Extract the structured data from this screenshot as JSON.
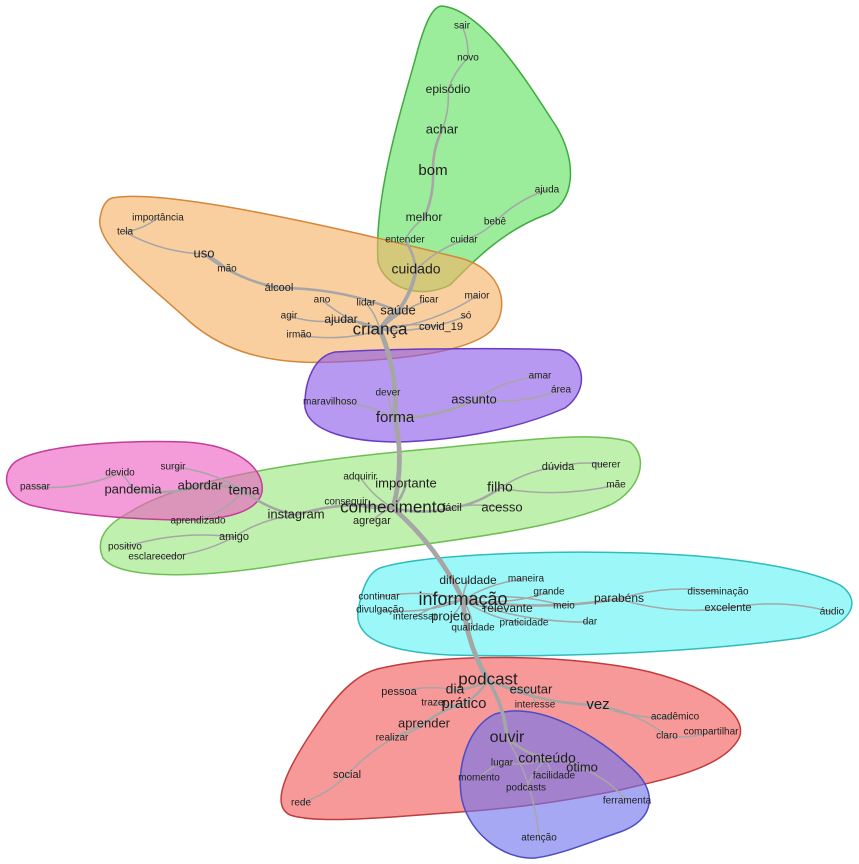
{
  "clusters": [
    {
      "id": "green-top",
      "fill": "#5ee05e",
      "stroke": "#3faa3f"
    },
    {
      "id": "orange",
      "fill": "#f7b266",
      "stroke": "#d4873a"
    },
    {
      "id": "purple",
      "fill": "#8c5ae8",
      "stroke": "#6a3cc2"
    },
    {
      "id": "lime",
      "fill": "#9ae67a",
      "stroke": "#6cbf52"
    },
    {
      "id": "pink",
      "fill": "#ee5dc2",
      "stroke": "#c23e9a"
    },
    {
      "id": "cyan",
      "fill": "#5ff3f3",
      "stroke": "#2fbcbc"
    },
    {
      "id": "red",
      "fill": "#f25a5a",
      "stroke": "#c23c3c"
    },
    {
      "id": "blue",
      "fill": "#6f72ee",
      "stroke": "#4a4dc2"
    }
  ],
  "words": [
    {
      "id": "sair",
      "text": "sair"
    },
    {
      "id": "novo",
      "text": "novo"
    },
    {
      "id": "episodio",
      "text": "episódio"
    },
    {
      "id": "achar",
      "text": "achar"
    },
    {
      "id": "bom",
      "text": "bom"
    },
    {
      "id": "ajuda",
      "text": "ajuda"
    },
    {
      "id": "melhor",
      "text": "melhor"
    },
    {
      "id": "bebe",
      "text": "bebê"
    },
    {
      "id": "entender",
      "text": "entender"
    },
    {
      "id": "cuidar",
      "text": "cuidar"
    },
    {
      "id": "cuidado",
      "text": "cuidado"
    },
    {
      "id": "importancia",
      "text": "importância"
    },
    {
      "id": "tela",
      "text": "tela"
    },
    {
      "id": "uso",
      "text": "uso"
    },
    {
      "id": "mao",
      "text": "mão"
    },
    {
      "id": "alcool",
      "text": "álcool"
    },
    {
      "id": "ano",
      "text": "ano"
    },
    {
      "id": "lidar",
      "text": "lidar"
    },
    {
      "id": "ficar",
      "text": "ficar"
    },
    {
      "id": "maior",
      "text": "maior"
    },
    {
      "id": "saude",
      "text": "saúde"
    },
    {
      "id": "agir",
      "text": "agir"
    },
    {
      "id": "ajudar",
      "text": "ajudar"
    },
    {
      "id": "so",
      "text": "só"
    },
    {
      "id": "irmao",
      "text": "irmão"
    },
    {
      "id": "crianca",
      "text": "criança"
    },
    {
      "id": "covid",
      "text": "covid_19"
    },
    {
      "id": "amar",
      "text": "amar"
    },
    {
      "id": "dever",
      "text": "dever"
    },
    {
      "id": "area",
      "text": "área"
    },
    {
      "id": "maravilhoso",
      "text": "maravilhoso"
    },
    {
      "id": "assunto",
      "text": "assunto"
    },
    {
      "id": "forma",
      "text": "forma"
    },
    {
      "id": "duvida",
      "text": "dúvida"
    },
    {
      "id": "querer",
      "text": "querer"
    },
    {
      "id": "devido",
      "text": "devido"
    },
    {
      "id": "surgir",
      "text": "surgir"
    },
    {
      "id": "adquirir",
      "text": "adquirir"
    },
    {
      "id": "importante",
      "text": "importante"
    },
    {
      "id": "passar",
      "text": "passar"
    },
    {
      "id": "pandemia",
      "text": "pandemia"
    },
    {
      "id": "abordar",
      "text": "abordar"
    },
    {
      "id": "tema",
      "text": "tema"
    },
    {
      "id": "filho",
      "text": "filho"
    },
    {
      "id": "mae",
      "text": "mãe"
    },
    {
      "id": "conseguir",
      "text": "conseguir"
    },
    {
      "id": "instagram",
      "text": "instagram"
    },
    {
      "id": "conhecimento",
      "text": "conhecimento"
    },
    {
      "id": "facil",
      "text": "fácil"
    },
    {
      "id": "acesso",
      "text": "acesso"
    },
    {
      "id": "aprendizado",
      "text": "aprendizado"
    },
    {
      "id": "agregar",
      "text": "agregar"
    },
    {
      "id": "amigo",
      "text": "amigo"
    },
    {
      "id": "positivo",
      "text": "positivo"
    },
    {
      "id": "esclarecedor",
      "text": "esclarecedor"
    },
    {
      "id": "dificuldade",
      "text": "dificuldade"
    },
    {
      "id": "maneira",
      "text": "maneira"
    },
    {
      "id": "continuar",
      "text": "continuar"
    },
    {
      "id": "grande",
      "text": "grande"
    },
    {
      "id": "disseminacao",
      "text": "disseminação"
    },
    {
      "id": "informacao",
      "text": "informação"
    },
    {
      "id": "parabens",
      "text": "parabéns"
    },
    {
      "id": "divulgacao",
      "text": "divulgação"
    },
    {
      "id": "relevante",
      "text": "relevante"
    },
    {
      "id": "meio",
      "text": "meio"
    },
    {
      "id": "excelente",
      "text": "excelente"
    },
    {
      "id": "interessar",
      "text": "interessar"
    },
    {
      "id": "projeto",
      "text": "projeto"
    },
    {
      "id": "praticidade",
      "text": "praticidade"
    },
    {
      "id": "dar",
      "text": "dar"
    },
    {
      "id": "audio",
      "text": "áudio"
    },
    {
      "id": "qualidade",
      "text": "qualidade"
    },
    {
      "id": "podcast",
      "text": "podcast"
    },
    {
      "id": "pessoa",
      "text": "pessoa"
    },
    {
      "id": "dia",
      "text": "dia"
    },
    {
      "id": "escutar",
      "text": "escutar"
    },
    {
      "id": "trazer",
      "text": "trazer"
    },
    {
      "id": "pratico",
      "text": "prático"
    },
    {
      "id": "interesse",
      "text": "interesse"
    },
    {
      "id": "vez",
      "text": "vez"
    },
    {
      "id": "academico",
      "text": "acadêmico"
    },
    {
      "id": "aprender",
      "text": "aprender"
    },
    {
      "id": "ouvir",
      "text": "ouvir"
    },
    {
      "id": "claro",
      "text": "claro"
    },
    {
      "id": "compartilhar",
      "text": "compartilhar"
    },
    {
      "id": "realizar",
      "text": "realizar"
    },
    {
      "id": "conteudo",
      "text": "conteúdo"
    },
    {
      "id": "lugar",
      "text": "lugar"
    },
    {
      "id": "otimo",
      "text": "ótimo"
    },
    {
      "id": "social",
      "text": "social"
    },
    {
      "id": "momento",
      "text": "momento"
    },
    {
      "id": "facilidade",
      "text": "facilidade"
    },
    {
      "id": "podcasts",
      "text": "podcasts"
    },
    {
      "id": "ferramenta",
      "text": "ferramenta"
    },
    {
      "id": "rede",
      "text": "rede"
    },
    {
      "id": "atencao",
      "text": "atenção"
    }
  ],
  "edges": [
    {
      "from": "sair",
      "to": "novo",
      "weight": 1
    },
    {
      "from": "novo",
      "to": "episodio",
      "weight": 1
    },
    {
      "from": "episodio",
      "to": "achar",
      "weight": 1
    },
    {
      "from": "achar",
      "to": "bom",
      "weight": 2
    },
    {
      "from": "bom",
      "to": "melhor",
      "weight": 2
    },
    {
      "from": "melhor",
      "to": "entender",
      "weight": 1
    },
    {
      "from": "entender",
      "to": "cuidado",
      "weight": 2
    },
    {
      "from": "ajuda",
      "to": "bebe",
      "weight": 1
    },
    {
      "from": "bebe",
      "to": "cuidar",
      "weight": 1
    },
    {
      "from": "cuidar",
      "to": "cuidado",
      "weight": 1
    },
    {
      "from": "cuidado",
      "to": "saude",
      "weight": 3
    },
    {
      "from": "saude",
      "to": "crianca",
      "weight": 4
    },
    {
      "from": "importancia",
      "to": "tela",
      "weight": 1
    },
    {
      "from": "tela",
      "to": "uso",
      "weight": 1
    },
    {
      "from": "uso",
      "to": "mao",
      "weight": 1
    },
    {
      "from": "uso",
      "to": "alcool",
      "weight": 2
    },
    {
      "from": "alcool",
      "to": "saude",
      "weight": 2
    },
    {
      "from": "ano",
      "to": "crianca",
      "weight": 1
    },
    {
      "from": "lidar",
      "to": "crianca",
      "weight": 1
    },
    {
      "from": "ficar",
      "to": "crianca",
      "weight": 1
    },
    {
      "from": "maior",
      "to": "crianca",
      "weight": 1
    },
    {
      "from": "agir",
      "to": "ajudar",
      "weight": 1
    },
    {
      "from": "ajudar",
      "to": "crianca",
      "weight": 2
    },
    {
      "from": "irmao",
      "to": "crianca",
      "weight": 1
    },
    {
      "from": "so",
      "to": "crianca",
      "weight": 1
    },
    {
      "from": "covid",
      "to": "crianca",
      "weight": 1
    },
    {
      "from": "crianca",
      "to": "forma",
      "weight": 4
    },
    {
      "from": "dever",
      "to": "forma",
      "weight": 1
    },
    {
      "from": "maravilhoso",
      "to": "forma",
      "weight": 1
    },
    {
      "from": "forma",
      "to": "assunto",
      "weight": 2
    },
    {
      "from": "assunto",
      "to": "amar",
      "weight": 1
    },
    {
      "from": "assunto",
      "to": "area",
      "weight": 1
    },
    {
      "from": "forma",
      "to": "conhecimento",
      "weight": 4
    },
    {
      "from": "adquirir",
      "to": "conhecimento",
      "weight": 1
    },
    {
      "from": "importante",
      "to": "conhecimento",
      "weight": 2
    },
    {
      "from": "conseguir",
      "to": "conhecimento",
      "weight": 1
    },
    {
      "from": "agregar",
      "to": "conhecimento",
      "weight": 1
    },
    {
      "from": "conhecimento",
      "to": "facil",
      "weight": 2
    },
    {
      "from": "facil",
      "to": "acesso",
      "weight": 1
    },
    {
      "from": "facil",
      "to": "filho",
      "weight": 2
    },
    {
      "from": "filho",
      "to": "duvida",
      "weight": 1
    },
    {
      "from": "filho",
      "to": "mae",
      "weight": 1
    },
    {
      "from": "duvida",
      "to": "querer",
      "weight": 1
    },
    {
      "from": "conhecimento",
      "to": "instagram",
      "weight": 2
    },
    {
      "from": "instagram",
      "to": "tema",
      "weight": 2
    },
    {
      "from": "tema",
      "to": "abordar",
      "weight": 2
    },
    {
      "from": "abordar",
      "to": "pandemia",
      "weight": 2
    },
    {
      "from": "pandemia",
      "to": "devido",
      "weight": 1
    },
    {
      "from": "devido",
      "to": "passar",
      "weight": 1
    },
    {
      "from": "tema",
      "to": "surgir",
      "weight": 1
    },
    {
      "from": "tema",
      "to": "aprendizado",
      "weight": 1
    },
    {
      "from": "instagram",
      "to": "amigo",
      "weight": 1
    },
    {
      "from": "amigo",
      "to": "esclarecedor",
      "weight": 1
    },
    {
      "from": "amigo",
      "to": "positivo",
      "weight": 1
    },
    {
      "from": "conhecimento",
      "to": "informacao",
      "weight": 4
    },
    {
      "from": "dificuldade",
      "to": "informacao",
      "weight": 1
    },
    {
      "from": "continuar",
      "to": "informacao",
      "weight": 1
    },
    {
      "from": "divulgacao",
      "to": "informacao",
      "weight": 1
    },
    {
      "from": "interessar",
      "to": "informacao",
      "weight": 1
    },
    {
      "from": "projeto",
      "to": "informacao",
      "weight": 1
    },
    {
      "from": "relevante",
      "to": "informacao",
      "weight": 1
    },
    {
      "from": "qualidade",
      "to": "informacao",
      "weight": 1
    },
    {
      "from": "praticidade",
      "to": "informacao",
      "weight": 1
    },
    {
      "from": "maneira",
      "to": "informacao",
      "weight": 1
    },
    {
      "from": "grande",
      "to": "informacao",
      "weight": 1
    },
    {
      "from": "meio",
      "to": "informacao",
      "weight": 1
    },
    {
      "from": "dar",
      "to": "informacao",
      "weight": 1
    },
    {
      "from": "informacao",
      "to": "parabens",
      "weight": 2
    },
    {
      "from": "parabens",
      "to": "disseminacao",
      "weight": 1
    },
    {
      "from": "parabens",
      "to": "excelente",
      "weight": 1
    },
    {
      "from": "excelente",
      "to": "audio",
      "weight": 1
    },
    {
      "from": "informacao",
      "to": "podcast",
      "weight": 4
    },
    {
      "from": "podcast",
      "to": "dia",
      "weight": 2
    },
    {
      "from": "podcast",
      "to": "escutar",
      "weight": 2
    },
    {
      "from": "podcast",
      "to": "pratico",
      "weight": 2
    },
    {
      "from": "dia",
      "to": "pessoa",
      "weight": 1
    },
    {
      "from": "pratico",
      "to": "trazer",
      "weight": 1
    },
    {
      "from": "pratico",
      "to": "aprender",
      "weight": 2
    },
    {
      "from": "aprender",
      "to": "realizar",
      "weight": 1
    },
    {
      "from": "aprender",
      "to": "social",
      "weight": 1
    },
    {
      "from": "social",
      "to": "rede",
      "weight": 1
    },
    {
      "from": "podcast",
      "to": "vez",
      "weight": 2
    },
    {
      "from": "escutar",
      "to": "interesse",
      "weight": 1
    },
    {
      "from": "vez",
      "to": "academico",
      "weight": 1
    },
    {
      "from": "vez",
      "to": "claro",
      "weight": 1
    },
    {
      "from": "claro",
      "to": "compartilhar",
      "weight": 1
    },
    {
      "from": "podcast",
      "to": "ouvir",
      "weight": 3
    },
    {
      "from": "ouvir",
      "to": "conteudo",
      "weight": 2
    },
    {
      "from": "conteudo",
      "to": "otimo",
      "weight": 1
    },
    {
      "from": "conteudo",
      "to": "facilidade",
      "weight": 1
    },
    {
      "from": "conteudo",
      "to": "lugar",
      "weight": 1
    },
    {
      "from": "lugar",
      "to": "momento",
      "weight": 1
    },
    {
      "from": "otimo",
      "to": "ferramenta",
      "weight": 1
    },
    {
      "from": "conteudo",
      "to": "podcasts",
      "weight": 1
    },
    {
      "from": "ouvir",
      "to": "atencao",
      "weight": 1
    }
  ]
}
